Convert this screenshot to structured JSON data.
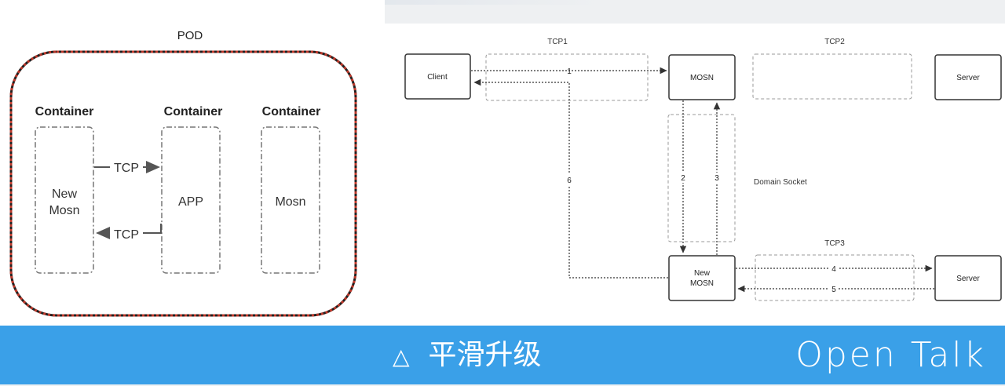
{
  "left_diagram": {
    "pod_label": "POD",
    "containers": [
      {
        "header": "Container",
        "body": [
          "New",
          "Mosn"
        ]
      },
      {
        "header": "Container",
        "body": [
          "APP"
        ]
      },
      {
        "header": "Container",
        "body": [
          "Mosn"
        ]
      }
    ],
    "arrow_top_label": "TCP",
    "arrow_bottom_label": "TCP"
  },
  "right_diagram": {
    "tcp1_label": "TCP1",
    "tcp2_label": "TCP2",
    "tcp3_label": "TCP3",
    "client_label": "Client",
    "mosn_label": "MOSN",
    "server_top_label": "Server",
    "server_bottom_label": "Server",
    "new_mosn_label": [
      "New",
      "MOSN"
    ],
    "domain_socket_label": "Domain Socket",
    "step_labels": [
      "1",
      "2",
      "3",
      "4",
      "5",
      "6"
    ]
  },
  "footer": {
    "icon": "triangle-icon",
    "title": "平滑升级",
    "brand": "Open Talk"
  },
  "colors": {
    "footer_bg": "#3aa0e8",
    "pod_border_red": "#c0392b",
    "pod_border_dark": "#222222"
  }
}
